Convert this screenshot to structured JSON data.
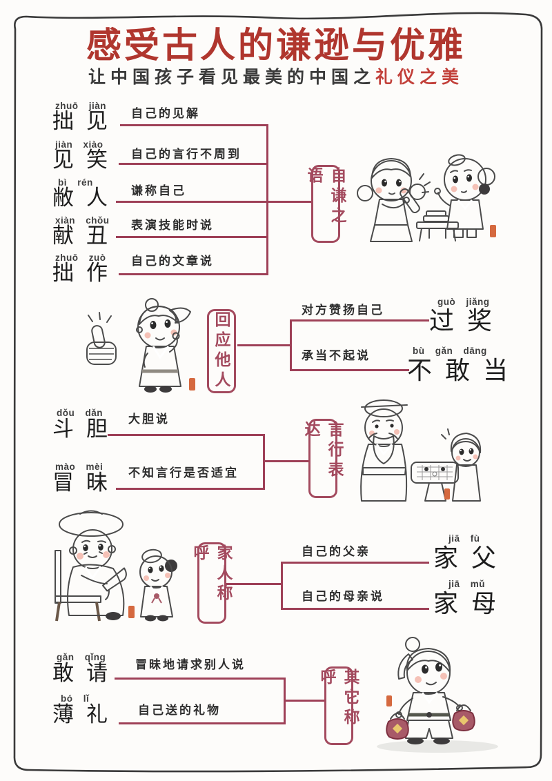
{
  "colors": {
    "title_red": "#b0362e",
    "subtitle_dark": "#3a3a3a",
    "subtitle_red": "#c2403a",
    "connector_maroon": "#9e4057",
    "tag_maroon": "#a34a5e",
    "body_text": "#2d2d2d",
    "frame_gray": "#3a3a3a",
    "seal_orange": "#d5693f"
  },
  "header": {
    "title": "感受古人的谦逊与优雅",
    "subtitle_prefix": "让中国孩子看见最美的中国之",
    "subtitle_highlight": "礼仪之美"
  },
  "sections": [
    {
      "tag": "自谦之语",
      "entries": [
        {
          "pinyin": "zhuō jiàn",
          "term": "拙见",
          "desc": "自己的见解"
        },
        {
          "pinyin": "jiàn xiào",
          "term": "见笑",
          "desc": "自己的言行不周到"
        },
        {
          "pinyin": "bì rén",
          "term": "敝人",
          "desc": "谦称自己"
        },
        {
          "pinyin": "xiàn chǒu",
          "term": "献丑",
          "desc": "表演技能时说"
        },
        {
          "pinyin": "zhuō zuò",
          "term": "拙作",
          "desc": "自己的文章说"
        }
      ]
    },
    {
      "tag": "回应他人",
      "entries": [
        {
          "pinyin": "guò jiǎng",
          "term": "过奖",
          "desc": "对方赞扬自己"
        },
        {
          "pinyin": "bù gǎn dāng",
          "term": "不敢当",
          "desc": "承当不起说"
        }
      ]
    },
    {
      "tag": "言行表达",
      "entries": [
        {
          "pinyin": "dǒu dǎn",
          "term": "斗胆",
          "desc": "大胆说"
        },
        {
          "pinyin": "mào mèi",
          "term": "冒昧",
          "desc": "不知言行是否适宜"
        }
      ]
    },
    {
      "tag": "家人称呼",
      "entries": [
        {
          "pinyin": "jiā fù",
          "term": "家父",
          "desc": "自己的父亲"
        },
        {
          "pinyin": "jiā mǔ",
          "term": "家母",
          "desc": "自己的母亲说"
        }
      ]
    },
    {
      "tag": "其它称呼",
      "entries": [
        {
          "pinyin": "gǎn qǐng",
          "term": "敢请",
          "desc": "冒昧地请求别人说"
        },
        {
          "pinyin": "bó lǐ",
          "term": "薄礼",
          "desc": "自己送的礼物"
        }
      ]
    }
  ]
}
